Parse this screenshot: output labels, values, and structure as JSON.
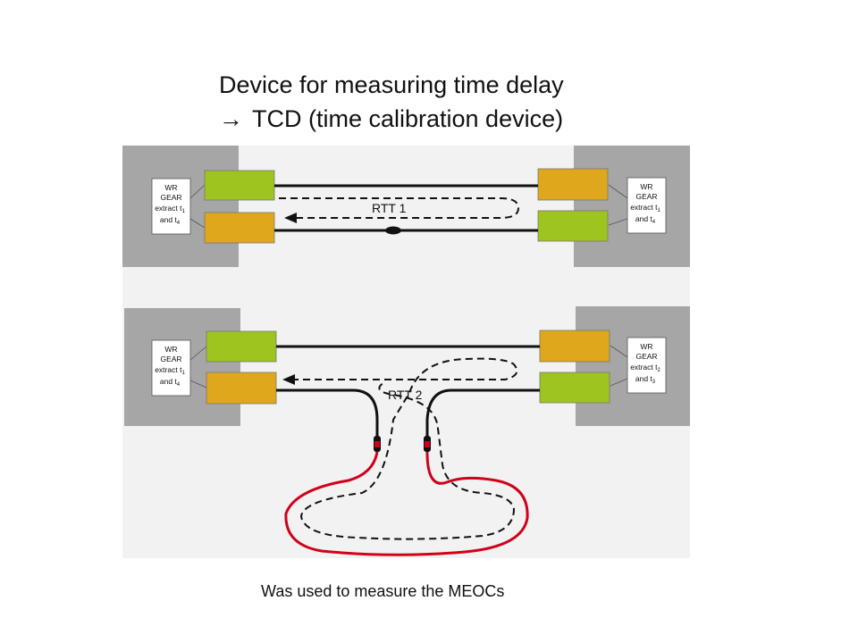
{
  "title": {
    "line1": "Device for measuring time delay",
    "arrow": "→",
    "line2": "TCD (time calibration device)"
  },
  "diagram": {
    "top": {
      "left_box": {
        "l1": "WR",
        "l2": "GEAR",
        "l3": "extract t",
        "sub1": "1",
        "l4": "and t",
        "sub2": "4"
      },
      "right_box": {
        "l1": "WR",
        "l2": "GEAR",
        "l3": "extract t",
        "sub1": "1",
        "l4": "and t",
        "sub2": "4"
      },
      "rtt_label": "RTT 1"
    },
    "bottom": {
      "left_box": {
        "l1": "WR",
        "l2": "GEAR",
        "l3": "extract t",
        "sub1": "1",
        "l4": "and t",
        "sub2": "4"
      },
      "right_box": {
        "l1": "WR",
        "l2": "GEAR",
        "l3": "extract t",
        "sub1": "2",
        "l4": "and t",
        "sub2": "3"
      },
      "rtt_label": "RTT 2"
    },
    "colors": {
      "device_gray": "#a6a6a6",
      "panel_bg": "#f2f2f2",
      "green_sfp": "#9dc41f",
      "orange_sfp": "#dea71c",
      "cable_red": "#d0021b"
    }
  },
  "caption": "Was used to measure the MEOCs"
}
